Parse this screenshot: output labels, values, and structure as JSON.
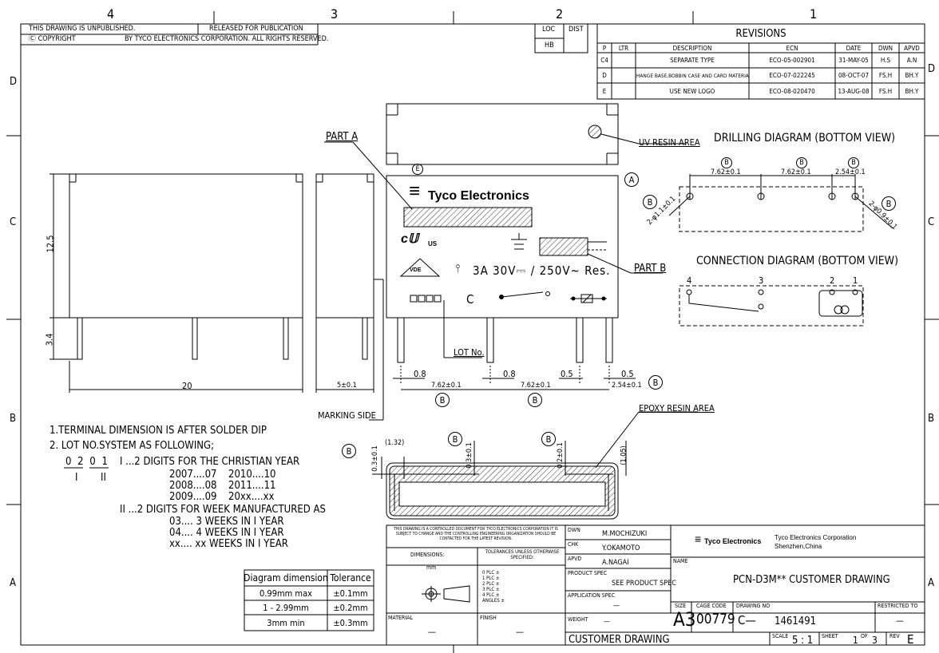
{
  "zones": {
    "top": [
      "4",
      "3",
      "2",
      "1"
    ],
    "sides": [
      "D",
      "C",
      "B",
      "A"
    ]
  },
  "header": {
    "unpublished": "THIS DRAWING IS UNPUBLISHED.",
    "released": "RELEASED FOR PUBLICATION",
    "copyright": "Ⓒ COPYRIGHT",
    "by": "BY TYCO ELECTRONICS CORPORATION.  ALL RIGHTS RESERVED.",
    "loc_label": "LOC",
    "dist_label": "DIST",
    "loc_value": "HB"
  },
  "revisions": {
    "title": "REVISIONS",
    "columns": [
      "P",
      "LTR",
      "DESCRIPTION",
      "ECN",
      "DATE",
      "DWN",
      "APVD"
    ],
    "rows": [
      {
        "p": "C4",
        "ltr": "",
        "desc": "SEPARATE TYPE",
        "ecn": "ECO-05-002901",
        "date": "31-MAY-05",
        "dwn": "H.S",
        "apvd": "A.N"
      },
      {
        "p": "D",
        "ltr": "",
        "desc": "CHANGE BASE,BOBBIN CASE AND CARD MATERIAL",
        "ecn": "ECO-07-022245",
        "date": "08-OCT-07",
        "dwn": "FS.H",
        "apvd": "BH.Y"
      },
      {
        "p": "E",
        "ltr": "",
        "desc": "USE NEW LOGO",
        "ecn": "ECO-08-020470",
        "date": "13-AUG-08",
        "dwn": "FS.H",
        "apvd": "BH.Y"
      }
    ]
  },
  "drawing": {
    "part_a": "PART A",
    "part_b": "PART B",
    "uv_resin": "UV RESIN AREA",
    "epoxy_resin": "EPOXY RESIN AREA",
    "lot_no": "LOT No.",
    "marking_side": "MARKING SIDE",
    "brand": "Tyco Electronics",
    "rating": "3A  30V⎓ / 250V~ Res.",
    "c_letter": "C",
    "us_mark": "US",
    "vde": "VDE",
    "rev_marker": "E",
    "marker_a": "A",
    "marker_b": "B",
    "dim_12_5": "12.5",
    "dim_3_4": "3.4",
    "dim_20": "20",
    "dim_5": "5±0.1",
    "dim_0_8": "0.8",
    "dim_0_5": "0.5",
    "dim_7_62": "7.62±0.1",
    "dim_2_54": "2.54±0.1",
    "dim_0_3": "0.3±0.1",
    "dim_0_2": "0.2±0.1",
    "dim_1_32": "(1.32)",
    "dim_1_05": "(1.05)",
    "hole_1_1": "2-φ1.1±0.1",
    "hole_0_9": "2-φ0.9±0.1",
    "drilling_title": "DRILLING DIAGRAM (BOTTOM VIEW)",
    "connection_title": "CONNECTION DIAGRAM (BOTTOM VIEW)",
    "pins": [
      "4",
      "3",
      "2",
      "1"
    ]
  },
  "notes": {
    "n1": "1.TERMINAL DIMENSION IS AFTER SOLDER DIP",
    "n2": "2. LOT NO.SYSTEM AS FOLLOWING;",
    "code": "0 2  0 1",
    "code_desc": "I ...2 DIGITS FOR THE CHRISTIAN YEAR",
    "roman_i": "I",
    "roman_ii": "II",
    "years_left": [
      "2007....07",
      "2008....08",
      "2009....09"
    ],
    "years_right": [
      "2010....10",
      "2011....11",
      "20xx....xx"
    ],
    "week_desc": "II ...2 DIGITS FOR WEEK MANUFACTURED AS",
    "weeks": [
      "03.... 3 WEEKS IN I YEAR",
      "04.... 4 WEEKS IN I YEAR",
      "xx.... xx WEEKS IN I YEAR"
    ]
  },
  "tolerance_table": {
    "headers": [
      "Diagram dimension",
      "Tolerance"
    ],
    "rows": [
      [
        "0.99mm max",
        "±0.1mm"
      ],
      [
        "1 - 2.99mm",
        "±0.2mm"
      ],
      [
        "3mm min",
        "±0.3mm"
      ]
    ]
  },
  "title_block": {
    "control_note": "THIS DRAWING IS A CONTROLLED DOCUMENT FOR TYCO ELECTRONICS CORPORATION IT IS SUBJECT TO CHANGE AND THE CONTROLLING ENGINEERING ORGANIZATION SHOULD BE CONTACTED FOR THE LATEST REVISION.",
    "dimensions_label": "DIMENSIONS:",
    "dimensions_unit": "mm",
    "tolerances_label": "TOLERANCES UNLESS OTHERWISE SPECIFIED:",
    "plc": [
      "0 PLC  ±",
      "1 PLC  ±",
      "2 PLC  ±",
      "3 PLC  ±",
      "4 PLC  ±",
      "ANGLES ±"
    ],
    "material_label": "MATERIAL",
    "material_value": "—",
    "finish_label": "FINISH",
    "finish_value": "—",
    "dwn_label": "DWN",
    "dwn_value": "M.MOCHIZUKI",
    "chk_label": "CHK",
    "chk_value": "Y.OKAMOTO",
    "apvd_label": "APVD",
    "apvd_value": "A.NAGAI",
    "product_spec_label": "PRODUCT SPEC",
    "product_spec_value": "SEE PRODUCT SPEC",
    "application_spec_label": "APPLICATION SPEC",
    "application_spec_value": "—",
    "weight_label": "WEIGHT",
    "weight_value": "—",
    "company_brand": "Tyco Electronics",
    "company_name": "Tyco Electronics Corporation",
    "company_city": "Shenzhen,China",
    "name_label": "NAME",
    "name_value": "PCN-D3M**  CUSTOMER DRAWING",
    "size_label": "SIZE",
    "size_value": "A3",
    "cage_label": "CAGE CODE",
    "cage_value": "00779",
    "drawing_no_label": "DRAWING NO",
    "drawing_no_value": "1461491",
    "drawing_no_prefix": "C—",
    "restricted_label": "RESTRICTED TO",
    "restricted_value": "—",
    "footer_title": "CUSTOMER DRAWING",
    "scale_label": "SCALE",
    "scale_value": "5 : 1",
    "sheet_label": "SHEET",
    "sheet_value": "1",
    "of_label": "OF",
    "of_value": "3",
    "rev_label": "REV",
    "rev_value": "E"
  }
}
